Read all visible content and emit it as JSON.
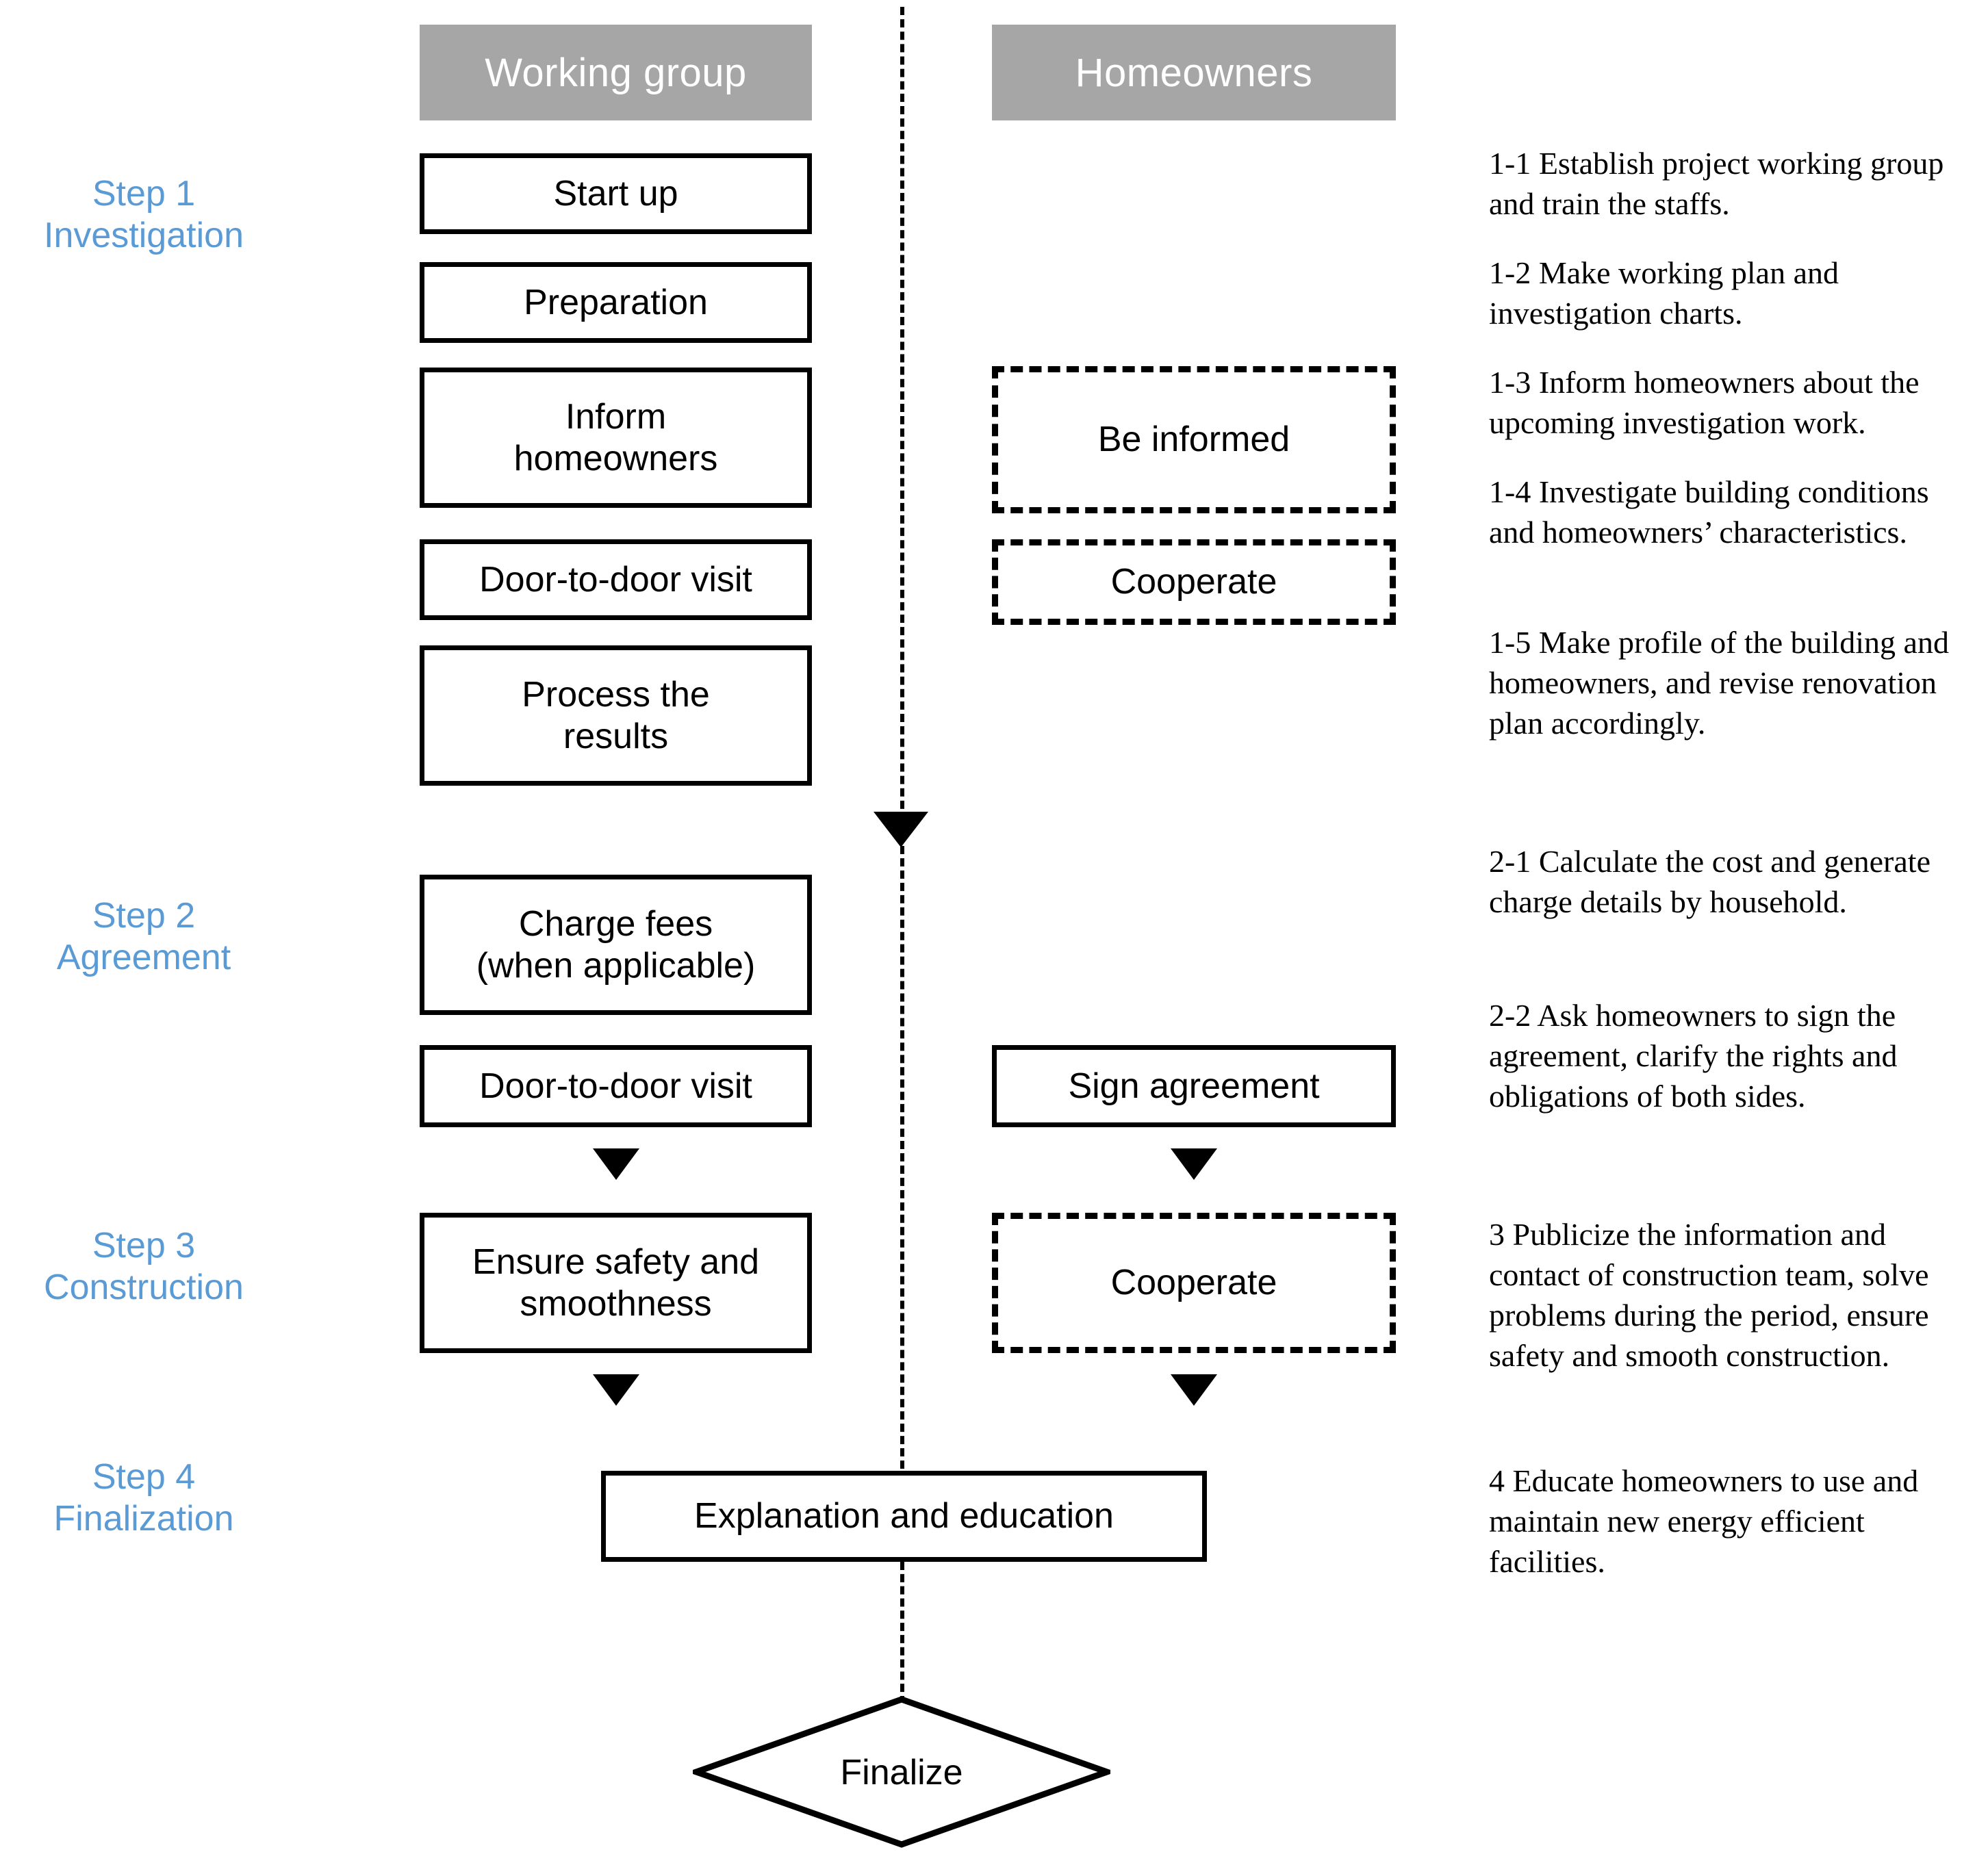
{
  "colors": {
    "lane_header_bg": "#a6a6a6",
    "lane_header_text": "#ffffff",
    "step_label": "#5b9bd5",
    "node_border": "#000000",
    "background": "#ffffff"
  },
  "lanes": [
    {
      "id": "working-group",
      "label": "Working group"
    },
    {
      "id": "homeowners",
      "label": "Homeowners"
    }
  ],
  "steps": [
    {
      "id": "step-1",
      "number": "Step 1",
      "name": "Investigation"
    },
    {
      "id": "step-2",
      "number": "Step 2",
      "name": "Agreement"
    },
    {
      "id": "step-3",
      "number": "Step 3",
      "name": "Construction"
    },
    {
      "id": "step-4",
      "number": "Step 4",
      "name": "Finalization"
    }
  ],
  "nodes": {
    "start_up": "Start up",
    "preparation": "Preparation",
    "inform_homeowners_l1": "Inform",
    "inform_homeowners_l2": "homeowners",
    "door_to_door_visit_1": "Door-to-door visit",
    "process_results_l1": "Process the",
    "process_results_l2": "results",
    "be_informed": "Be informed",
    "cooperate_1": "Cooperate",
    "charge_fees_l1": "Charge fees",
    "charge_fees_l2": "(when applicable)",
    "door_to_door_visit_2": "Door-to-door visit",
    "sign_agreement": "Sign agreement",
    "ensure_safety_l1": "Ensure safety and",
    "ensure_safety_l2": "smoothness",
    "cooperate_2": "Cooperate",
    "explanation_education": "Explanation and education",
    "finalize": "Finalize"
  },
  "annotations": [
    {
      "id": "ann-1-1",
      "text": "1-1 Establish project working group and train the staffs."
    },
    {
      "id": "ann-1-2",
      "text": "1-2 Make working plan and investigation charts."
    },
    {
      "id": "ann-1-3",
      "text": "1-3 Inform homeowners about the upcoming investigation work."
    },
    {
      "id": "ann-1-4",
      "text": "1-4 Investigate building conditions and homeowners’ characteristics."
    },
    {
      "id": "ann-1-5",
      "text": "1-5 Make profile of the building and homeowners, and revise renovation plan accordingly."
    },
    {
      "id": "ann-2-1",
      "text": "2-1 Calculate the cost and generate charge details by household."
    },
    {
      "id": "ann-2-2",
      "text": "2-2 Ask homeowners to sign the agreement, clarify the rights and obligations of both sides."
    },
    {
      "id": "ann-3",
      "text": "3 Publicize the information and contact of construction team, solve problems during the period, ensure safety and smooth construction."
    },
    {
      "id": "ann-4",
      "text": "4 Educate homeowners to use and maintain new energy efficient facilities."
    }
  ]
}
